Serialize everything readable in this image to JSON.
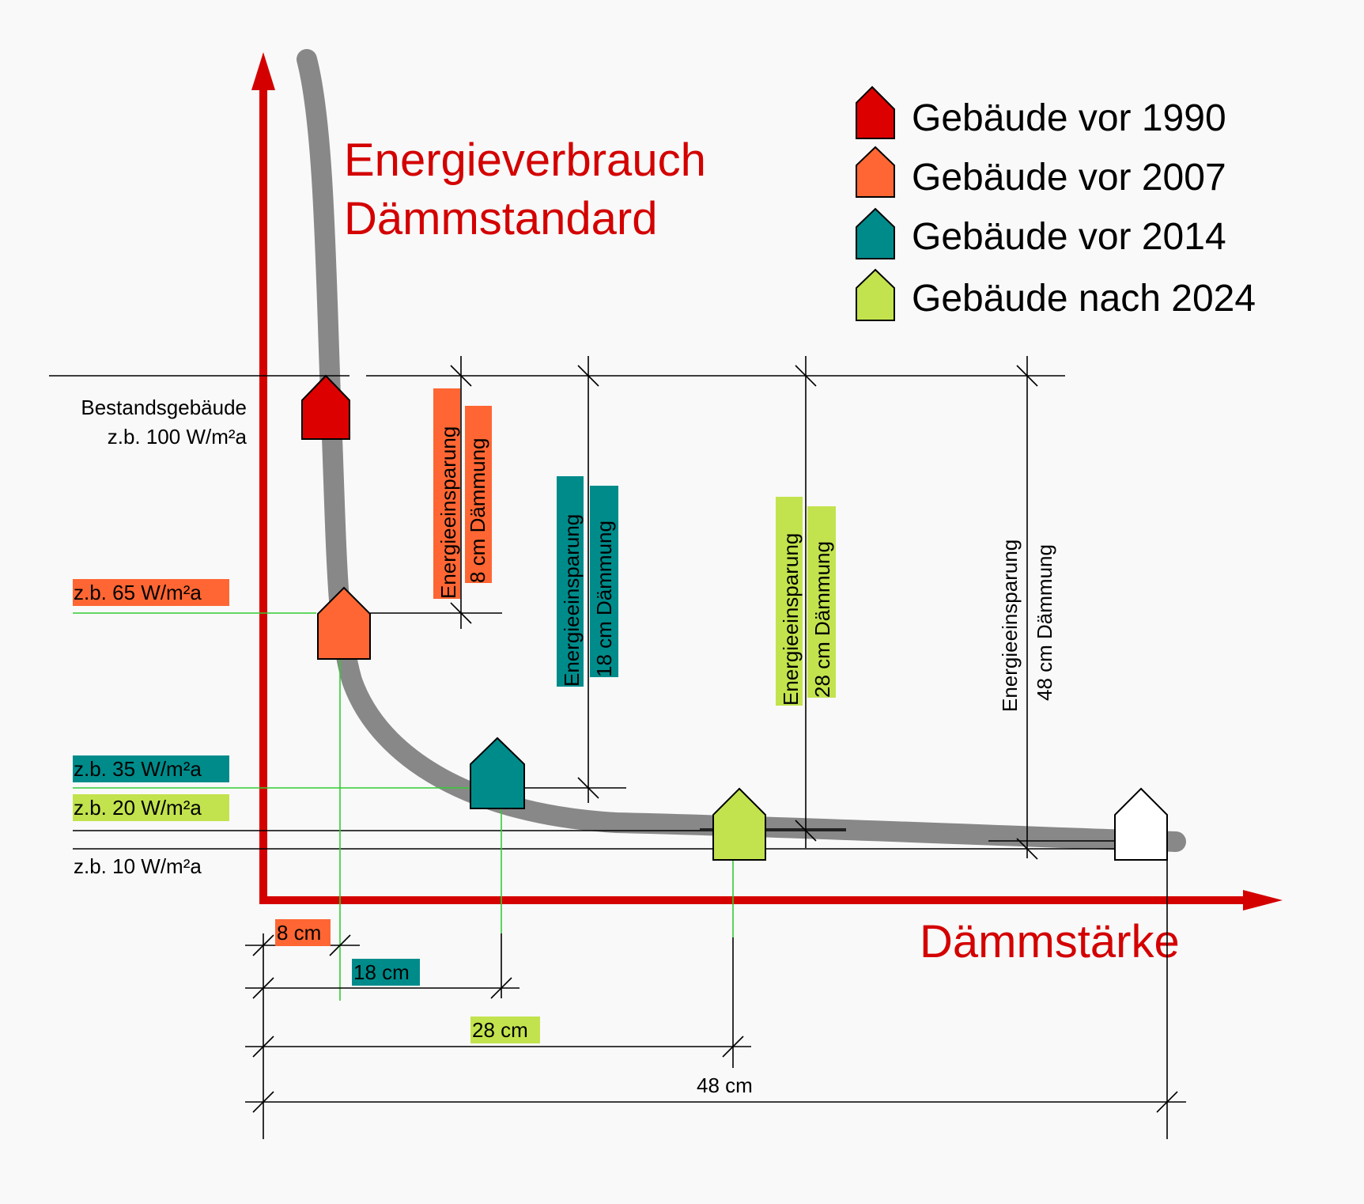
{
  "title": {
    "line1": "Energieverbrauch",
    "line2": "Dämmstandard",
    "color": "#d40000"
  },
  "x_axis_label": "Dämmstärke",
  "colors": {
    "axis": "#d40000",
    "curve": "#888888",
    "vor_1990": "#dd0000",
    "vor_2007": "#ff6633",
    "vor_2014": "#008b8b",
    "nach_2024": "#c2e34d",
    "white_house": "#ffffff"
  },
  "legend": [
    {
      "label": "Gebäude vor 1990",
      "color": "#dd0000"
    },
    {
      "label": "Gebäude vor 2007",
      "color": "#ff6633"
    },
    {
      "label": "Gebäude vor 2014",
      "color": "#008b8b"
    },
    {
      "label": "Gebäude nach 2024",
      "color": "#c2e34d"
    }
  ],
  "levels": {
    "bestand_line1": "Bestandsgebäude",
    "bestand_line2": "z.b. 100 W/m²a",
    "l65": "z.b. 65 W/m²a",
    "l35": "z.b. 35 W/m²a",
    "l20": "z.b. 20 W/m²a",
    "l10": "z.b. 10 W/m²a"
  },
  "savings": [
    {
      "line1": "Energieeinsparung",
      "line2": "8 cm Dämmung"
    },
    {
      "line1": "Energieeinsparung",
      "line2": "18 cm Dämmung"
    },
    {
      "line1": "Energieeinsparung",
      "line2": "28 cm Dämmung"
    },
    {
      "line1": "Energieeinsparung",
      "line2": "48 cm Dämmung"
    }
  ],
  "thickness": {
    "t8": "8 cm",
    "t18": "18 cm",
    "t28": "28 cm",
    "t48": "48 cm"
  }
}
